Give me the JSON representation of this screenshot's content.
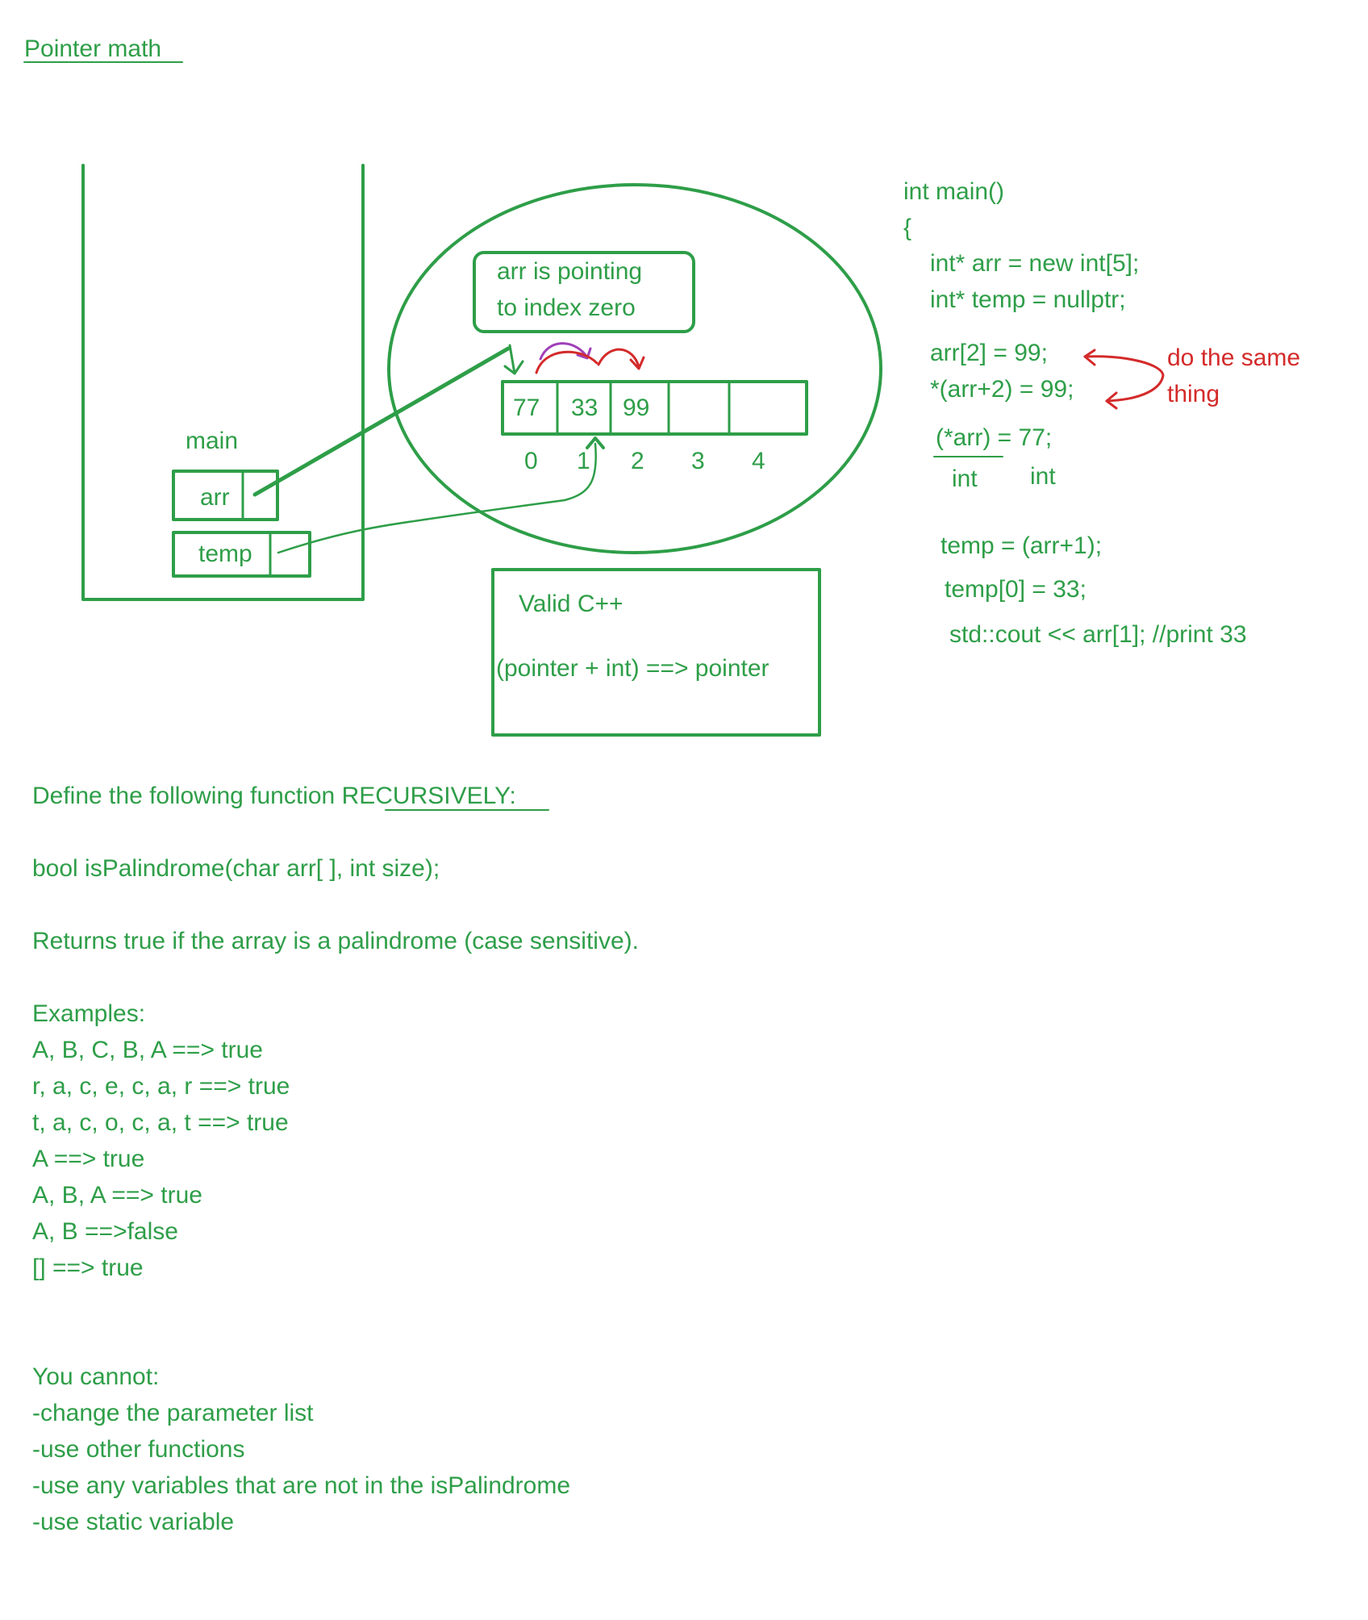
{
  "title": "Pointer math",
  "stack": {
    "frame_label": "main",
    "var_arr": "arr",
    "var_temp": "temp"
  },
  "heap": {
    "note_line1": "arr is pointing",
    "note_line2": "to index zero",
    "cells": [
      "77",
      "33",
      "99",
      "",
      ""
    ],
    "indices": [
      "0",
      "1",
      "2",
      "3",
      "4"
    ]
  },
  "valid_box": {
    "line1": "Valid C++",
    "line2": "(pointer + int) ==> pointer"
  },
  "code": {
    "lines": [
      "int main()",
      "{",
      "int* arr = new int[5];",
      "int* temp = nullptr;",
      "arr[2] = 99;",
      "*(arr+2) = 99;",
      "(*arr) = 77;",
      "temp = (arr+1);",
      "temp[0] = 33;",
      "std::cout << arr[1]; //print 33"
    ],
    "type_under_1": "int",
    "type_under_2": "int",
    "red_note_line1": "do the same",
    "red_note_line2": "thing"
  },
  "problem": {
    "define_prefix": "Define the following function ",
    "define_keyword": "RECURSIVELY",
    "define_suffix": ":",
    "signature": "bool isPalindrome(char arr[ ], int size);",
    "description": "Returns true if the array is a palindrome (case sensitive).",
    "examples_heading": "Examples:",
    "examples": [
      "A, B, C, B, A  ==> true",
      "r, a, c, e, c, a, r ==> true",
      "t, a, c, o, c, a, t ==> true",
      "A ==> true",
      "A, B, A ==> true",
      "A, B ==>false",
      "[] ==> true"
    ],
    "cannot_heading": "You cannot:",
    "cannot": [
      "-change the parameter list",
      "-use other functions",
      "-use any variables that are not in the isPalindrome",
      "-use static variable"
    ]
  }
}
